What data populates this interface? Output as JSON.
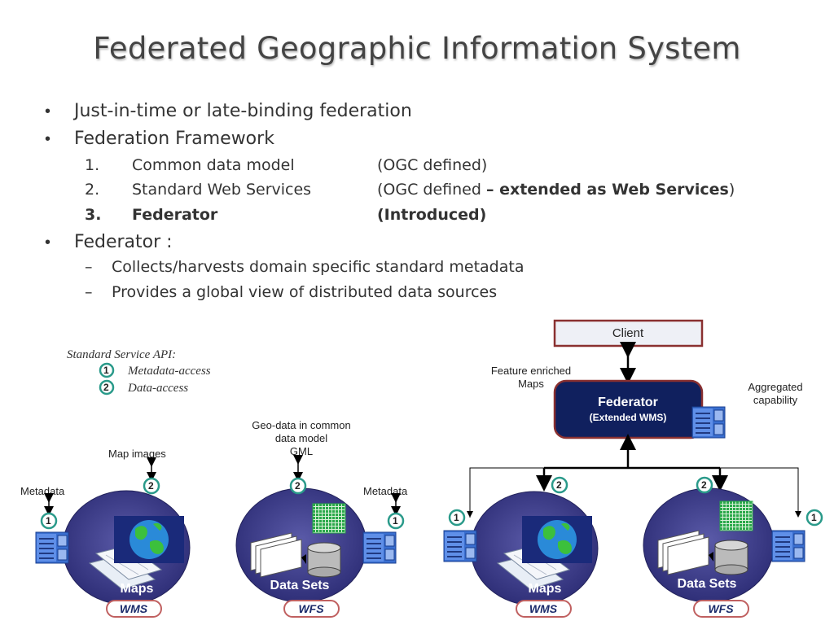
{
  "title": "Federated Geographic Information System",
  "bullets": {
    "b1": "Just-in-time or late-binding federation",
    "b2": "Federation Framework",
    "items": [
      {
        "num": "1.",
        "name": "Common data model",
        "note": "(OGC defined)"
      },
      {
        "num": "2.",
        "name": "Standard Web Services",
        "note_prefix": "(OGC defined ",
        "note_bold": "– extended as Web Services",
        "note_suffix": ")"
      },
      {
        "num": "3.",
        "name": "Federator",
        "note": "(Introduced)"
      }
    ],
    "b3": "Federator :",
    "subs": [
      "Collects/harvests domain specific standard metadata",
      "Provides a global view of distributed data sources"
    ]
  },
  "diagram": {
    "legend_title": "Standard Service API:",
    "legend_1": "Metadata-access",
    "legend_2": "Data-access",
    "n1": "1",
    "n2": "2",
    "map_images": "Map images",
    "metadata": "Metadata",
    "geodata_1": "Geo-data in common",
    "geodata_2": "data model",
    "geodata_3": "GML",
    "maps": "Maps",
    "data_sets": "Data Sets",
    "wms": "WMS",
    "wfs": "WFS",
    "client": "Client",
    "federator": "Federator",
    "federator_sub": "(Extended WMS)",
    "feature_1": "Feature enriched",
    "feature_2": "Maps",
    "aggregated_1": "Aggregated",
    "aggregated_2": "capability"
  },
  "colors": {
    "circle": "#3c3c8a",
    "federator": "#10205e",
    "doc": "#3a6fd0",
    "teal": "#2a9a8a"
  }
}
